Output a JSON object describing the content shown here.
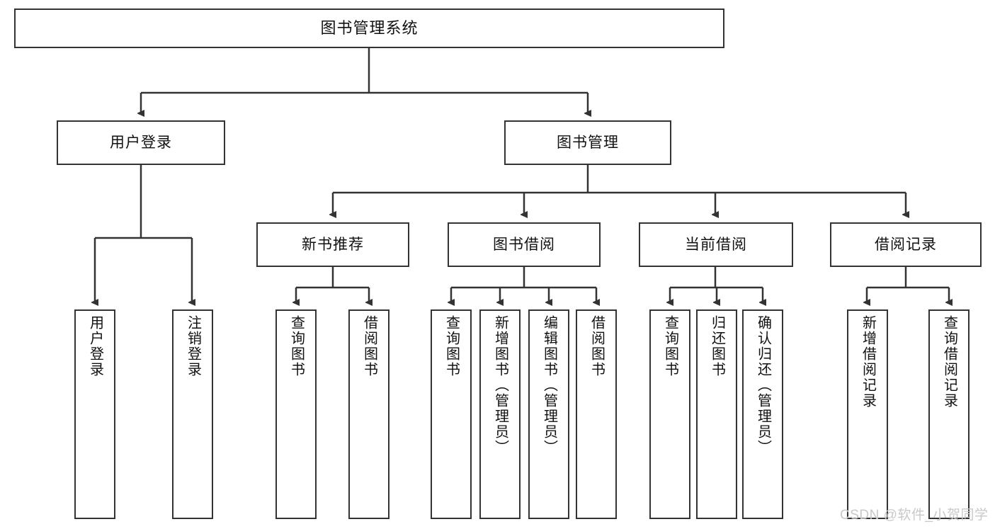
{
  "diagram": {
    "title": "图书管理系统",
    "type": "tree-hierarchy-diagram",
    "watermark": "CSDN @软件_小贺同学",
    "colors": {
      "box_border": "#333333",
      "box_fill": "#ffffff",
      "connector": "#333333",
      "text": "#111111",
      "watermark": "#c9c9c9"
    },
    "root": {
      "label": "图书管理系统"
    },
    "level2": [
      {
        "label": "用户登录"
      },
      {
        "label": "图书管理"
      }
    ],
    "level3": [
      {
        "label": "新书推荐"
      },
      {
        "label": "图书借阅"
      },
      {
        "label": "当前借阅"
      },
      {
        "label": "借阅记录"
      }
    ],
    "leaves": {
      "user_login": [
        {
          "label": "用户登录"
        },
        {
          "label": "注销登录"
        }
      ],
      "new_book_recommend": [
        {
          "label": "查询图书"
        },
        {
          "label": "借阅图书"
        }
      ],
      "book_borrow": [
        {
          "label": "查询图书"
        },
        {
          "label": "新增图书（管理员）"
        },
        {
          "label": "编辑图书（管理员）"
        },
        {
          "label": "借阅图书"
        }
      ],
      "current_borrow": [
        {
          "label": "查询图书"
        },
        {
          "label": "归还图书"
        },
        {
          "label": "确认归还（管理员）"
        }
      ],
      "borrow_record": [
        {
          "label": "新增借阅记录"
        },
        {
          "label": "查询借阅记录"
        }
      ]
    }
  }
}
